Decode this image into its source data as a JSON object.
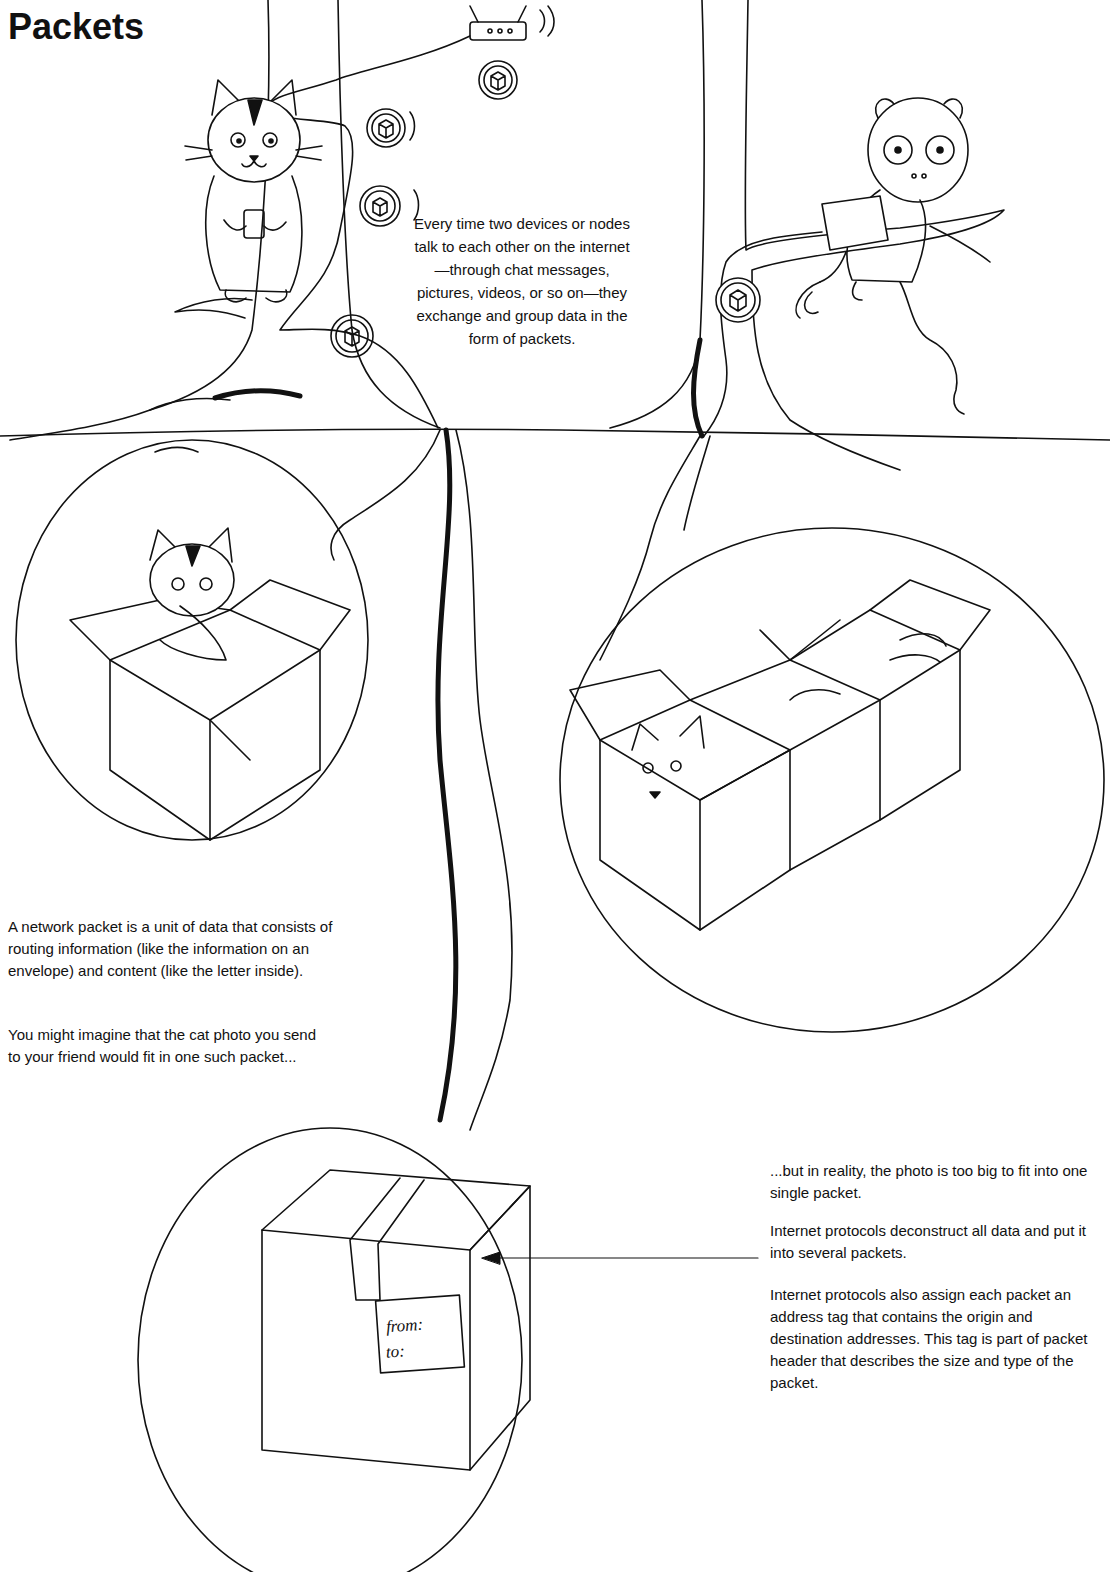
{
  "diagram": {
    "title": "Packets",
    "labels": [
      "Every time two devices or nodes talk to each other on the internet—through chat messages, pictures, videos, or so on—they exchange and group data in the form of packets.",
      "A network packet is a unit of data that consists of routing information (like the information on an envelope) and content (like the letter inside).",
      "You might imagine that the cat photo you send to your friend would fit in one such packet...",
      "...but in reality, the photo is too big to fit into one single packet.",
      "Internet protocols deconstruct all data and put it into several packets.",
      "Internet protocols also assign each packet an address tag that contains the origin and destination addresses. This tag is part of packet header that describes the size and type of the packet.",
      "from:",
      "to:"
    ]
  }
}
